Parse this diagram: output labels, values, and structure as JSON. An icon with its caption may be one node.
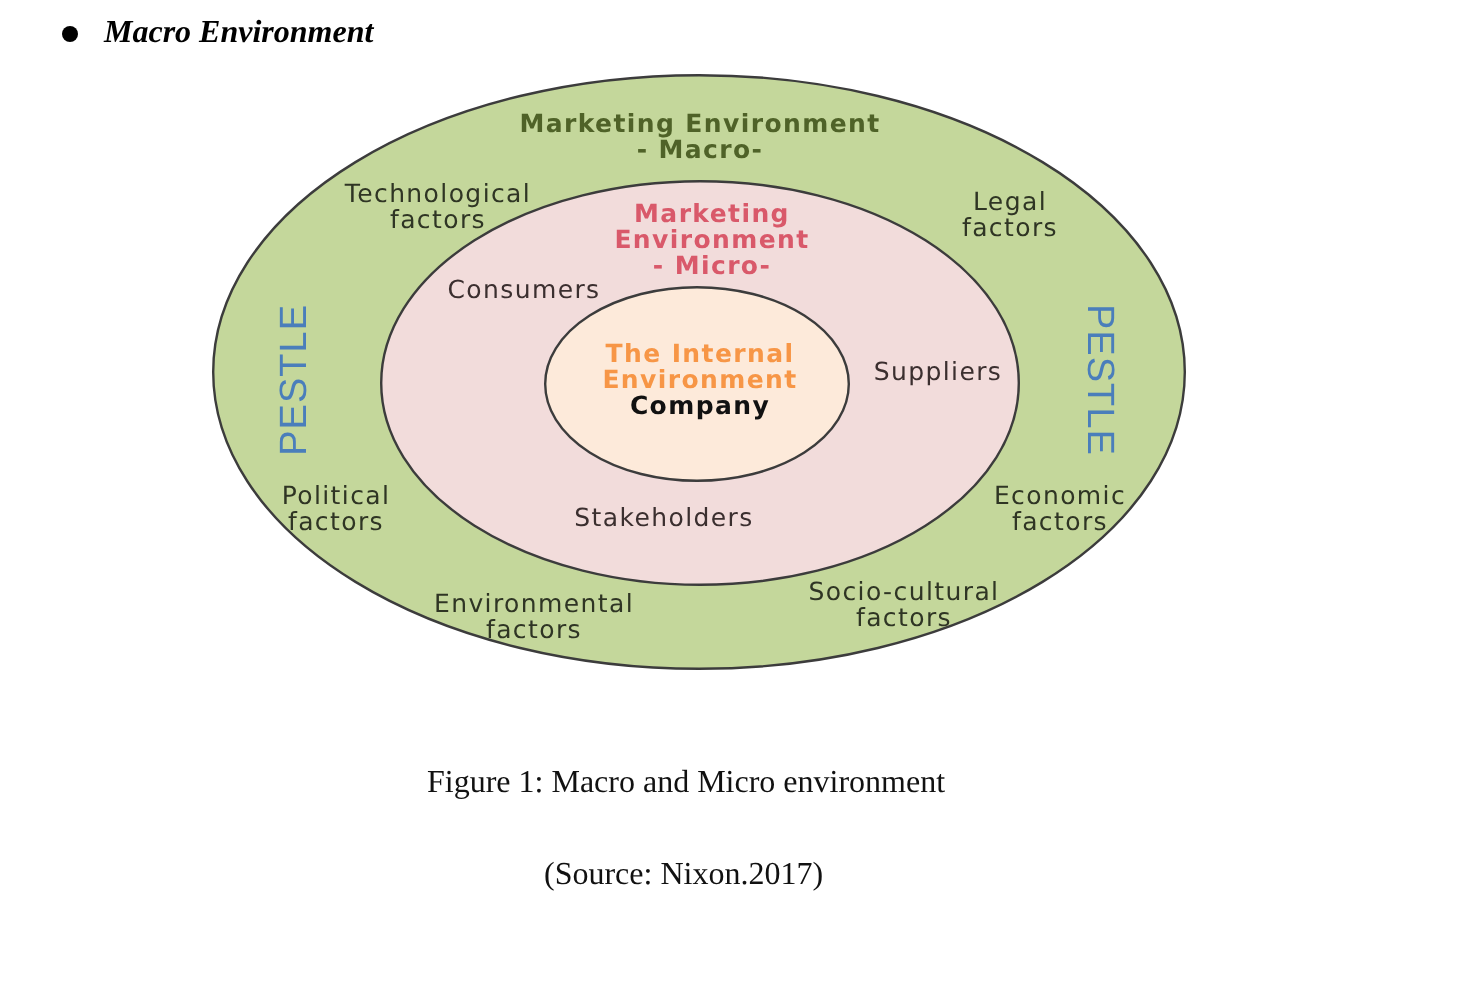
{
  "diagram": {
    "title": "Macro Environment",
    "caption": "Figure 1: Macro and Micro environment",
    "nodes": [
      {
        "text": [
          "Marketing Environment - Macro-",
          "Technological factors",
          "Legal factors",
          "PESTLE",
          "PESTLE",
          "Political factors",
          "Economic factors",
          "Environmental factors",
          "Socio-cultural factors"
        ]
      },
      {
        "text": [
          "Marketing Environment - Micro-",
          "Consumers",
          "Suppliers",
          "Stakeholders"
        ],
        "in": 0
      },
      {
        "text": [
          "The Internal Environment",
          "Company"
        ],
        "in": 1
      }
    ],
    "edges": [],
    "labels": [
      "(Source: Nixon.2017)"
    ]
  }
}
